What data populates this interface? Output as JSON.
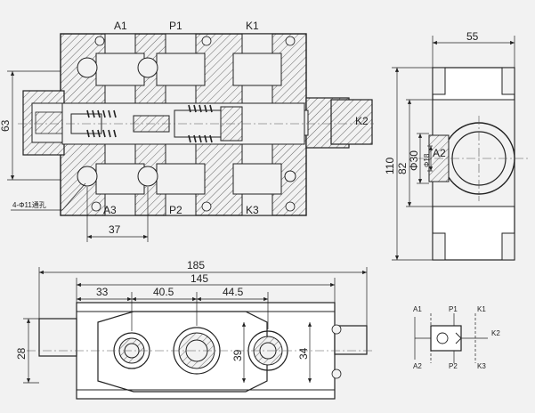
{
  "section_view": {
    "ports_top": [
      "A1",
      "P1",
      "K1"
    ],
    "ports_bottom": [
      "A3",
      "P2",
      "K3"
    ],
    "pilot_port": "K2",
    "dim_height": "63",
    "dim_spacing": "37",
    "hole_note": "4-Φ11通孔"
  },
  "side_view": {
    "dim_width": "55",
    "dim_height_outer": "110",
    "dim_height_inner": "82",
    "dim_bore_outer": "Φ30",
    "dim_bore_inner": "Φ18",
    "port_label": "A2"
  },
  "bottom_view": {
    "dim_total": "185",
    "dim_body": "145",
    "dim_a": "33",
    "dim_b": "40.5",
    "dim_c": "44.5",
    "dim_left": "28",
    "dim_mid": "39",
    "dim_right": "34"
  },
  "symbol": {
    "labels_top": [
      "A1",
      "P1",
      "K1"
    ],
    "labels_bottom": [
      "A2",
      "P2",
      "K3"
    ],
    "label_right": "K2"
  }
}
